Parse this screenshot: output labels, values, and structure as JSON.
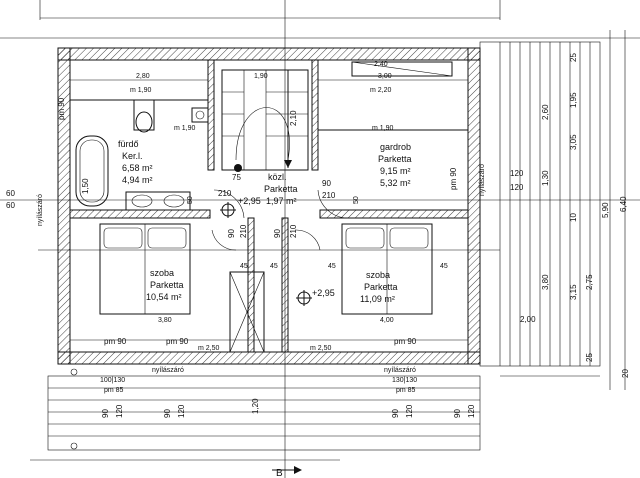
{
  "rooms": [
    {
      "name": "fürdő",
      "floor": "Ker.l.",
      "area1": "6,58 m²",
      "area2": "4,94 m²"
    },
    {
      "name": "közl.",
      "floor": "Parketta",
      "area1": "1,97 m²"
    },
    {
      "name": "gardrob",
      "floor": "Parketta",
      "area1": "9,15 m²",
      "area2": "5,32 m²"
    },
    {
      "name": "szoba",
      "floor": "Parketta",
      "area1": "10,54 m²"
    },
    {
      "name": "szoba",
      "floor": "Parketta",
      "area1": "11,09 m²"
    }
  ],
  "levels": [
    "+2,95",
    "+2,95"
  ],
  "section_marker": "B",
  "dims": {
    "top": [
      "2,80",
      "1,90",
      "3,00",
      "2,40"
    ],
    "bottom": [
      "3,80",
      "4,00"
    ],
    "window_marks": [
      "pm 90",
      "pm 90",
      "pm 90",
      "pm 90",
      "pm 90"
    ],
    "right_chain_outer": [
      "25",
      "1,95",
      "2,60",
      "3,05",
      "1,30",
      "10",
      "3,80",
      "3,15",
      "2,75",
      "25",
      "20"
    ],
    "right_big": [
      "5,90",
      "6,40"
    ],
    "right_horiz": [
      "120",
      "120",
      "2,00"
    ],
    "left": [
      "60",
      "60"
    ],
    "nyilas": [
      "nyílászáró",
      "nyílászáró",
      "nyílászáró",
      "nyílászáró"
    ],
    "sizes": [
      "100|130",
      "130|130",
      "pm 85",
      "pm 85"
    ],
    "misc": [
      "75",
      "210",
      "90",
      "210",
      "90",
      "210",
      "90",
      "210",
      "45",
      "45",
      "45",
      "45",
      "50",
      "50",
      "1,20",
      "1,50",
      "2,10",
      "m 1,90",
      "m 2,50",
      "m 2,50",
      "m 1,90",
      "m 1,90",
      "m 2,20"
    ],
    "bottom_vertical": [
      "90",
      "120",
      "90",
      "120",
      "90",
      "120",
      "90",
      "120"
    ]
  }
}
